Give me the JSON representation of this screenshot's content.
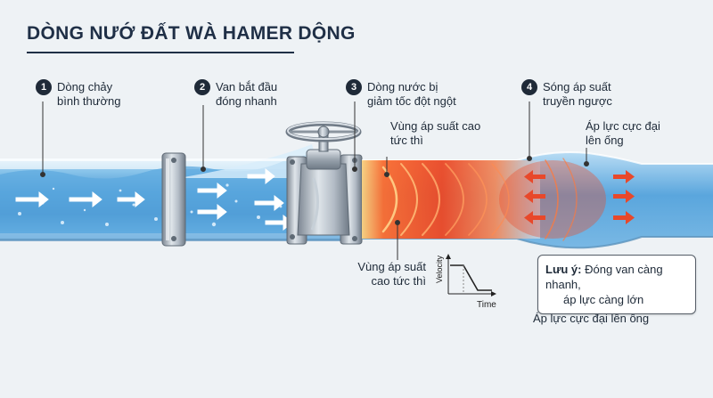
{
  "title": "DÒNG NƯỚ ĐẤT WÀ HAMER DỘNG",
  "steps": [
    {
      "num": "1",
      "line1": "Dòng chảy",
      "line2": "bình thường"
    },
    {
      "num": "2",
      "line1": "Van bắt đầu",
      "line2": "đóng nhanh"
    },
    {
      "num": "3",
      "line1": "Dòng nước bị",
      "line2": "giảm tốc đột ngột"
    },
    {
      "num": "4",
      "line1": "Sóng áp suất",
      "line2": "truyền ngược"
    }
  ],
  "labels": {
    "pressure_top_l1": "Vùng áp suất cao",
    "pressure_top_l2": "tức thì",
    "peak_l1": "Áp lực cực đại",
    "peak_l2": "lên ống",
    "pressure_bottom_l1": "Vùng áp suất",
    "pressure_bottom_l2": "cao tức thì",
    "bottom_peak": "Áp lực cực đại lên ống"
  },
  "note": {
    "prefix": "Lưu ý:",
    "line1": "Đóng van càng nhanh,",
    "line2": "áp lực càng lớn"
  },
  "mini_chart": {
    "ylabel": "Velocity",
    "xlabel": "Time"
  },
  "colors": {
    "water": "#3d8fd0",
    "pipe_glass": "#b7dcf3",
    "pressure_red": "#f0451f",
    "pressure_orange": "#ff9a3c",
    "arrow_red": "#e8482a",
    "text_dark": "#1e2a38"
  },
  "icons": [
    "flow-arrow-icon",
    "pressure-wave-icon",
    "valve-handwheel-icon",
    "pressure-arrow-icon"
  ]
}
